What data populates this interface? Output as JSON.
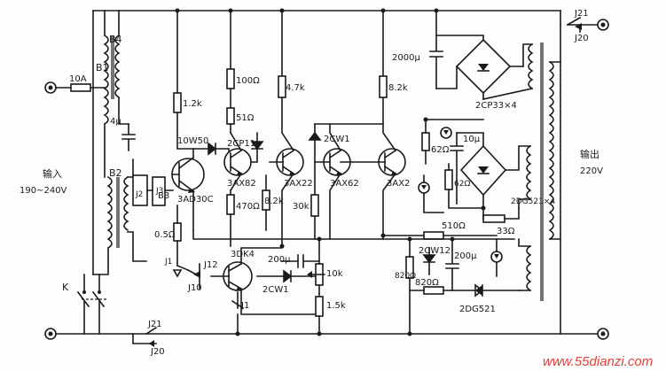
{
  "labels": {
    "j21_top": "J21",
    "j20_top": "J20",
    "j21_bot": "J21",
    "j20_bot": "J20",
    "b4": "B4",
    "b1": "B1",
    "b2": "B2",
    "b3": "B3",
    "fuse": "10A",
    "cap_4u": "4μ",
    "input_cn": "输入",
    "input_v": "190~240V",
    "output_cn": "输出",
    "output_v": "220V",
    "r_1k2": "1.2k",
    "zener_10w50": "10W50",
    "q_3ad30c": "3AD30C",
    "j2": "J2",
    "j3": "J3",
    "r_100": "100Ω",
    "r_51": "51Ω",
    "r_470": "470Ω",
    "q_2cp11": "2CP11",
    "q_3ax82": "3AX82",
    "r_4k7": "4.7k",
    "q_3ax22": "3AX22",
    "r_82k": "8.2k",
    "d_2cw1_top": "2CW1",
    "q_3ax62": "3AX62",
    "r_30k": "30k",
    "r_8k2": "8.2k",
    "q_3ax2": "3AX2",
    "c_2000u": "2000μ",
    "bridge_top": "2CP33×4",
    "r_62": "62Ω",
    "c_10u": "10μ",
    "r_62b": "62Ω",
    "bridge_right": "2DG521×4",
    "r_510": "510Ω",
    "r_33": "33Ω",
    "r_05": "0.5Ω",
    "j1_ctrl": "J1",
    "j12": "J12",
    "j10": "J10",
    "q_3dk4": "3DK4",
    "c_200u_a": "200μ",
    "d_2cw1_bot": "2CW1",
    "r_10k": "10k",
    "r_15k": "1.5k",
    "j1_contact": "J1",
    "r_820a": "820Ω",
    "d_2cw12": "2CW12",
    "r_820b": "820Ω",
    "c_200u_b": "200μ",
    "d_2dg521": "2DG521",
    "switch_k": "K",
    "watermark": "www.55dianzi.com"
  }
}
